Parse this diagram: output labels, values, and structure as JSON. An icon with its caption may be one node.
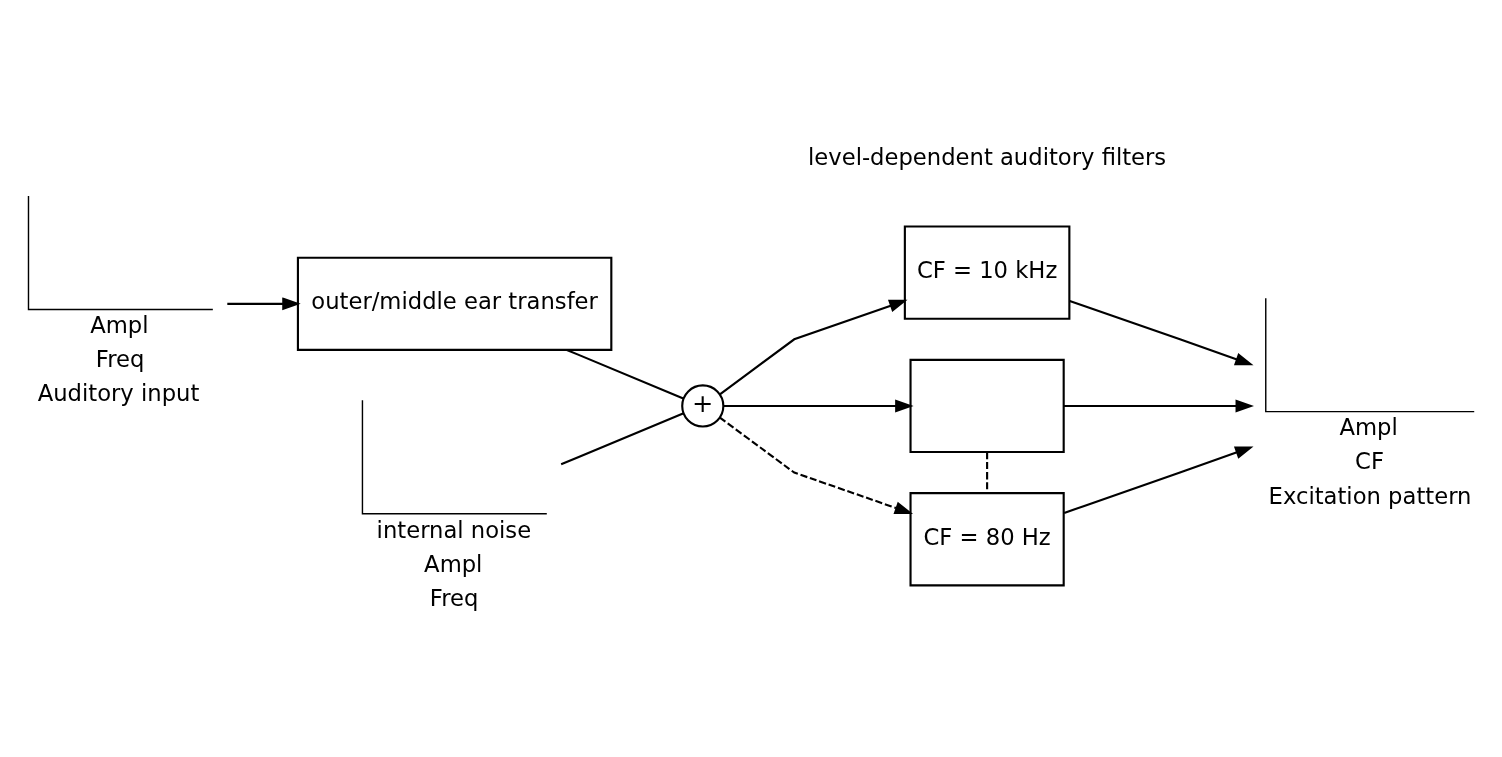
{
  "diagram": {
    "nodes": [
      {
        "text": [
          "Ampl",
          "Freq",
          "Auditory input"
        ]
      },
      {
        "text": [
          "outer/middle ear transfer"
        ]
      },
      {
        "text": [
          "internal noise",
          "Ampl",
          "Freq"
        ]
      },
      {
        "text": [
          "+"
        ]
      },
      {
        "text": [
          "CF = 10 kHz"
        ]
      },
      {
        "text": [],
        "shape": "box"
      },
      {
        "text": [
          "CF = 80 Hz"
        ]
      },
      {
        "text": [
          "Ampl",
          "CF",
          "Excitation pattern"
        ]
      }
    ],
    "edges": [
      {
        "from": 0,
        "to": 1,
        "arrow": "to"
      },
      {
        "from": 1,
        "to": 3,
        "arrow": "none"
      },
      {
        "from": 2,
        "to": 3,
        "arrow": "none"
      },
      {
        "from": 3,
        "to": 4,
        "arrow": "to"
      },
      {
        "from": 3,
        "to": 5,
        "arrow": "to"
      },
      {
        "from": 3,
        "to": 6,
        "arrow": "to",
        "style": "dashed"
      },
      {
        "from": 5,
        "to": 6,
        "arrow": "none",
        "style": "dashed"
      },
      {
        "from": 4,
        "to": 7,
        "arrow": "to"
      },
      {
        "from": 5,
        "to": 7,
        "arrow": "to"
      },
      {
        "from": 6,
        "to": 7,
        "arrow": "to"
      }
    ],
    "labels": [
      "level-dependent auditory filters"
    ]
  }
}
